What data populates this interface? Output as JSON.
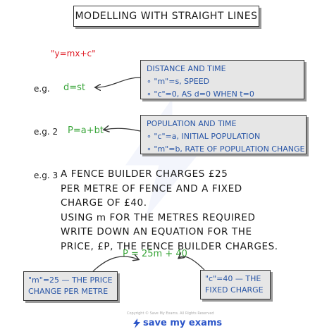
{
  "title": "MODELLING WITH STRAIGHT LINES",
  "formula": "\"y=mx+c\"",
  "example1": {
    "label": "e.g.",
    "equation": "d=st",
    "note_title": "DISTANCE AND TIME",
    "note_line1": "\"m\"=s, SPEED",
    "note_line2": "\"c\"=0, AS d=0 WHEN t=0"
  },
  "example2": {
    "label": "e.g. 2",
    "equation": "P=a+bt",
    "note_title": "POPULATION AND TIME",
    "note_line1": "\"c\"=a, INITIAL POPULATION",
    "note_line2": "\"m\"=b, RATE OF POPULATION CHANGE"
  },
  "example3": {
    "label": "e.g. 3",
    "lines": [
      "A FENCE BUILDER CHARGES £25",
      "PER METRE OF FENCE AND A FIXED",
      "CHARGE OF £40.",
      "USING m FOR THE METRES REQUIRED",
      "WRITE DOWN AN EQUATION FOR THE",
      "PRICE, £P, THE FENCE BUILDER CHARGES."
    ],
    "answer": "P = 25m + 40",
    "note_left_line1": "\"m\"=25 — THE PRICE",
    "note_left_line2": "CHANGE PER METRE",
    "note_right_line1": "\"c\"=40 — THE",
    "note_right_line2": "FIXED CHARGE"
  },
  "footer": {
    "copyright": "Copyright © Save My Exams. All Rights Reserved",
    "logo_text": "save my exams"
  },
  "colors": {
    "green": "#3aa63a",
    "red": "#e0202a",
    "blue": "#2855a6",
    "note_bg": "#e6e6e6"
  }
}
